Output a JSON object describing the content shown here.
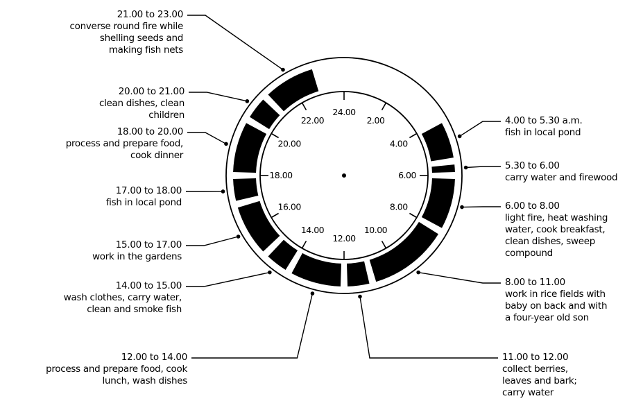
{
  "diagram": {
    "type": "24-hour activity clock",
    "center_dot": true,
    "clock_ticks": [
      {
        "hour": 24,
        "label": "24.00"
      },
      {
        "hour": 2,
        "label": "2.00"
      },
      {
        "hour": 4,
        "label": "4.00"
      },
      {
        "hour": 6,
        "label": "6.00"
      },
      {
        "hour": 8,
        "label": "8.00"
      },
      {
        "hour": 10,
        "label": "10.00"
      },
      {
        "hour": 12,
        "label": "12.00"
      },
      {
        "hour": 14,
        "label": "14.00"
      },
      {
        "hour": 16,
        "label": "16.00"
      },
      {
        "hour": 18,
        "label": "18.00"
      },
      {
        "hour": 20,
        "label": "20.00"
      },
      {
        "hour": 22,
        "label": "22.00"
      }
    ],
    "activities": [
      {
        "id": "a0400",
        "start": 4.0,
        "end": 5.5,
        "side": "right",
        "time": "4.00 to 5.30 a.m.",
        "lines": [
          "fish in local pond"
        ]
      },
      {
        "id": "a0530",
        "start": 5.5,
        "end": 6.0,
        "side": "right",
        "time": "5.30 to 6.00",
        "lines": [
          "carry water and firewood"
        ]
      },
      {
        "id": "a0600",
        "start": 6.0,
        "end": 8.0,
        "side": "right",
        "time": "6.00 to 8.00",
        "lines": [
          "light fire, heat washing",
          "water, cook breakfast,",
          "clean dishes, sweep",
          "compound"
        ]
      },
      {
        "id": "a0800",
        "start": 8.0,
        "end": 11.0,
        "side": "right",
        "time": "8.00 to 11.00",
        "lines": [
          "work in rice fields with",
          "baby on back and with",
          "a four-year old son"
        ]
      },
      {
        "id": "a1100",
        "start": 11.0,
        "end": 12.0,
        "side": "right",
        "time": "11.00 to 12.00",
        "lines": [
          "collect berries,",
          "leaves and bark;",
          "carry water"
        ]
      },
      {
        "id": "a1200",
        "start": 12.0,
        "end": 14.0,
        "side": "left",
        "time": "12.00 to 14.00",
        "lines": [
          "process and prepare food, cook",
          "lunch, wash dishes"
        ]
      },
      {
        "id": "a1400",
        "start": 14.0,
        "end": 15.0,
        "side": "left",
        "time": "14.00 to 15.00",
        "lines": [
          "wash clothes, carry water,",
          "clean and smoke fish"
        ]
      },
      {
        "id": "a1500",
        "start": 15.0,
        "end": 17.0,
        "side": "left",
        "time": "15.00 to 17.00",
        "lines": [
          "work in the gardens"
        ]
      },
      {
        "id": "a1700",
        "start": 17.0,
        "end": 18.0,
        "side": "left",
        "time": "17.00 to 18.00",
        "lines": [
          "fish in local pond"
        ]
      },
      {
        "id": "a1800",
        "start": 18.0,
        "end": 20.0,
        "side": "left",
        "time": "18.00 to 20.00",
        "lines": [
          "process and prepare food,",
          "cook dinner"
        ]
      },
      {
        "id": "a2000",
        "start": 20.0,
        "end": 21.0,
        "side": "left",
        "time": "20.00 to 21.00",
        "lines": [
          "clean dishes, clean",
          "children"
        ]
      },
      {
        "id": "a2100",
        "start": 21.0,
        "end": 23.0,
        "side": "left",
        "time": "21.00 to 23.00",
        "lines": [
          "converse round fire while",
          "shelling seeds and",
          "making fish nets"
        ]
      }
    ],
    "colors": {
      "ink": "#000000",
      "paper": "#ffffff"
    }
  }
}
